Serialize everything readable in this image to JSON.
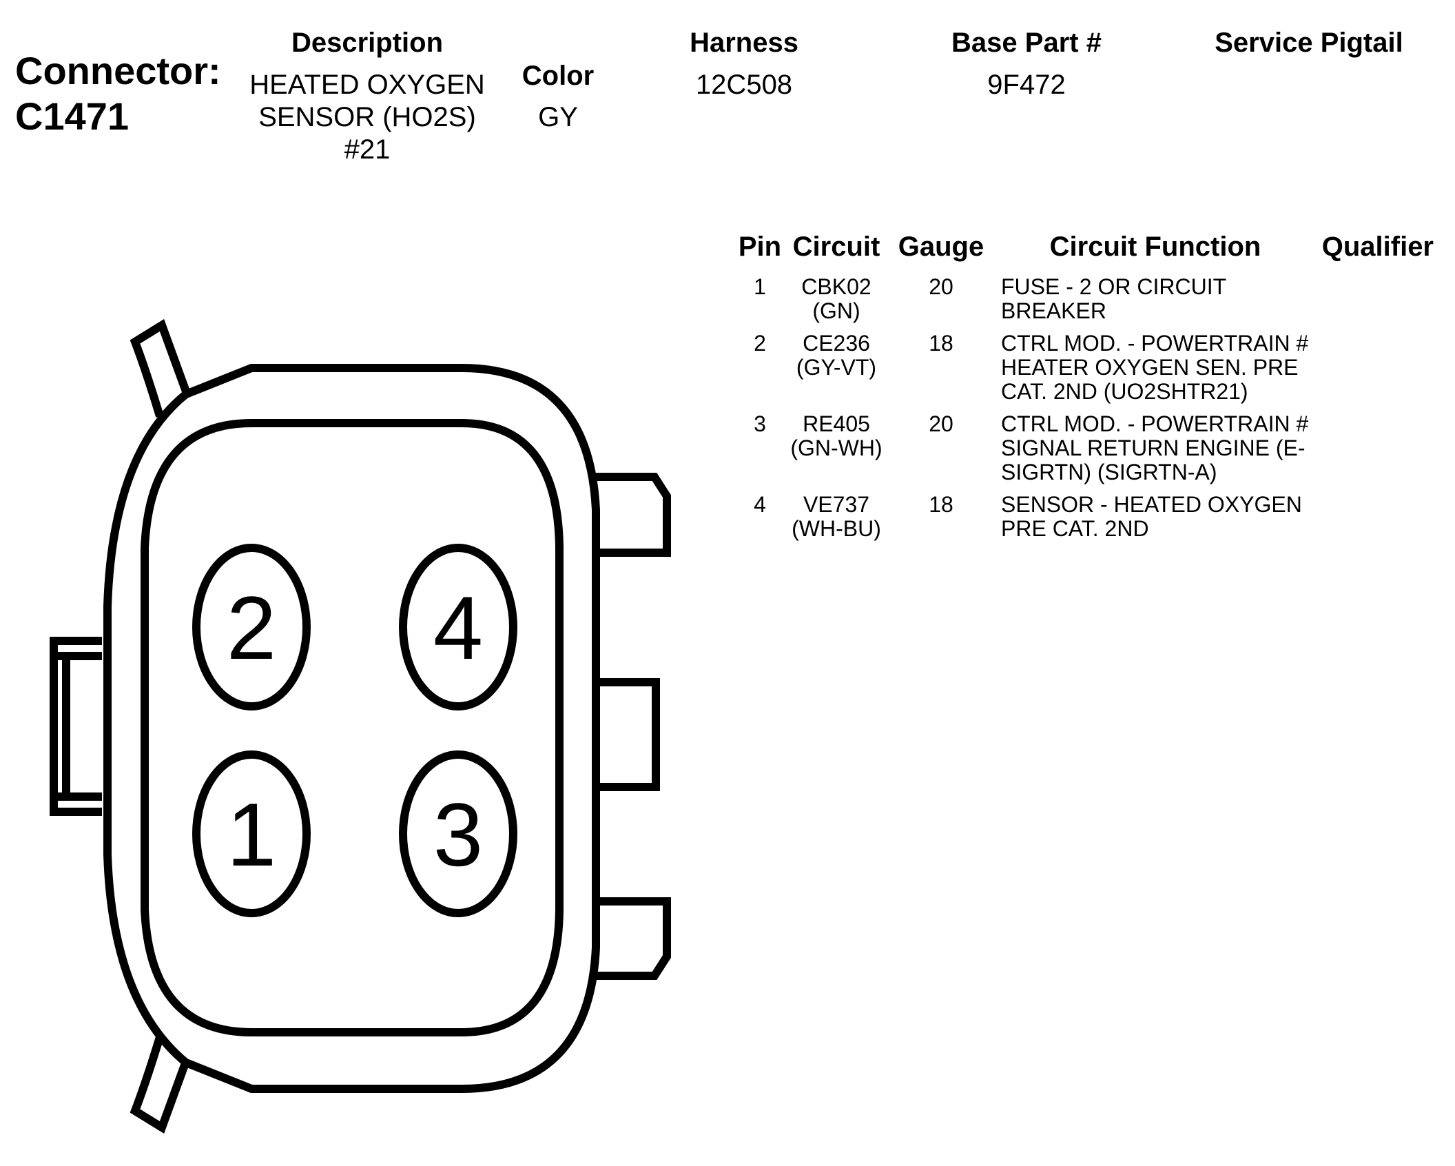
{
  "connector": {
    "label_line1": "Connector:",
    "label_line2": "C1471"
  },
  "header": {
    "description_label": "Description",
    "description_lines": [
      "HEATED OXYGEN",
      "SENSOR (HO2S)",
      "#21"
    ],
    "color_label": "Color",
    "color_value": "GY",
    "harness_label": "Harness",
    "harness_value": "12C508",
    "base_part_label": "Base Part #",
    "base_part_value": "9F472",
    "service_pigtail_label": "Service Pigtail"
  },
  "table": {
    "headers": {
      "pin": "Pin",
      "circuit": "Circuit",
      "gauge": "Gauge",
      "function": "Circuit Function",
      "qualifier": "Qualifier"
    },
    "rows": [
      {
        "pin": "1",
        "circuit_lines": [
          "CBK02",
          "(GN)"
        ],
        "gauge": "20",
        "function_lines": [
          "FUSE - 2 OR CIRCUIT",
          "BREAKER"
        ],
        "qualifier": ""
      },
      {
        "pin": "2",
        "circuit_lines": [
          "CE236",
          "(GY-VT)"
        ],
        "gauge": "18",
        "function_lines": [
          "CTRL MOD. - POWERTRAIN #",
          "HEATER OXYGEN SEN. PRE",
          "CAT. 2ND (UO2SHTR21)"
        ],
        "qualifier": ""
      },
      {
        "pin": "3",
        "circuit_lines": [
          "RE405",
          "(GN-WH)"
        ],
        "gauge": "20",
        "function_lines": [
          "CTRL MOD. - POWERTRAIN #",
          "SIGNAL RETURN ENGINE (E-",
          "SIGRTN) (SIGRTN-A)"
        ],
        "qualifier": ""
      },
      {
        "pin": "4",
        "circuit_lines": [
          "VE737",
          "(WH-BU)"
        ],
        "gauge": "18",
        "function_lines": [
          "SENSOR - HEATED OXYGEN",
          "PRE CAT. 2ND"
        ],
        "qualifier": ""
      }
    ]
  },
  "diagram": {
    "pin_labels": {
      "top_left": "2",
      "top_right": "4",
      "bottom_left": "1",
      "bottom_right": "3"
    },
    "stroke_color": "#000000",
    "fill_color": "#ffffff"
  }
}
